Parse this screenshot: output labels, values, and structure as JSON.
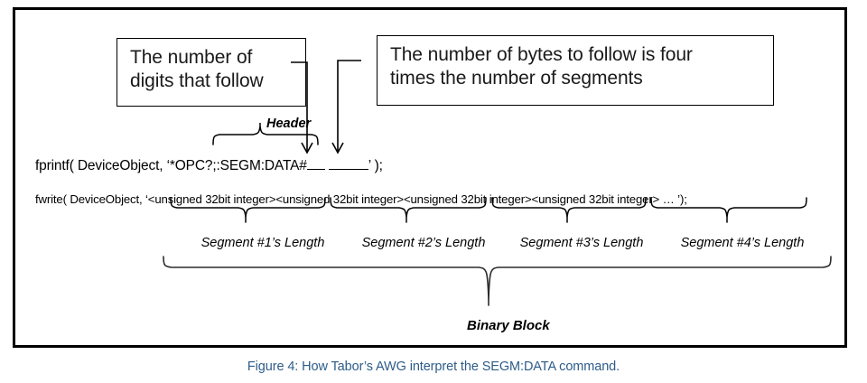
{
  "figure": {
    "caption": "Figure 4: How Tabor’s AWG interpret the SEGM:DATA command.",
    "caption_color": "#2E5C8A",
    "border_color": "#000000"
  },
  "callouts": [
    {
      "id": "digits",
      "line1": "The number of",
      "line2": "digits that follow"
    },
    {
      "id": "bytes",
      "line1": "The number of bytes to follow is four",
      "line2": "times the number of segments"
    }
  ],
  "code": {
    "fprintf": {
      "prefix": "fprintf( DeviceObject, ‘*OPC?;:SEGM:DATA#",
      "suffix": "’ );"
    },
    "fwrite": {
      "full": "fwrite( DeviceObject, ‘<unsigned 32bit integer><unsigned 32bit integer><unsigned 32bit integer><unsigned 32bit integer> … ’);"
    }
  },
  "labels": {
    "header": "Header",
    "binary_block": "Binary Block",
    "segments": [
      "Segment #1’s Length",
      "Segment #2’s Length",
      "Segment #3’s Length",
      "Segment #4’s Length"
    ]
  }
}
